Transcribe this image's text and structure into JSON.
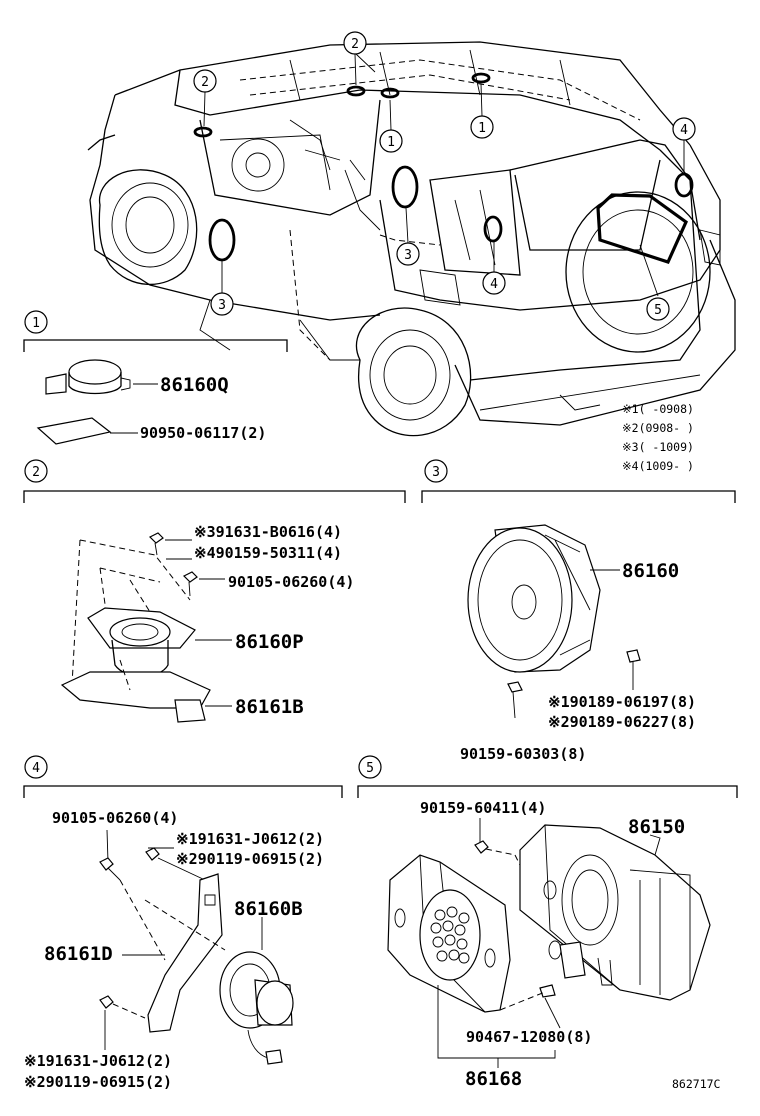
{
  "callouts": [
    "1",
    "2",
    "3",
    "4",
    "5"
  ],
  "vehicle_labels": [
    {
      "id": "2a",
      "text": "2"
    },
    {
      "id": "2b",
      "text": "2"
    },
    {
      "id": "1a",
      "text": "1"
    },
    {
      "id": "1b",
      "text": "1"
    },
    {
      "id": "4a",
      "text": "4"
    },
    {
      "id": "4b",
      "text": "4"
    },
    {
      "id": "3a",
      "text": "3"
    },
    {
      "id": "3b",
      "text": "3"
    },
    {
      "id": "5a",
      "text": "5"
    }
  ],
  "section1": {
    "id": "1",
    "parts": [
      {
        "text": "86160Q"
      },
      {
        "text": "90950-06117(2)"
      }
    ]
  },
  "notes": [
    {
      "mark": "※1",
      "range": "(      -0908)"
    },
    {
      "mark": "※2",
      "range": "(0908-      )"
    },
    {
      "mark": "※3",
      "range": "(      -1009)"
    },
    {
      "mark": "※4",
      "range": "(1009-      )"
    }
  ],
  "section2": {
    "id": "2",
    "parts": [
      {
        "mark": "※3",
        "text": "91631-B0616(4)"
      },
      {
        "mark": "※4",
        "text": "90159-50311(4)"
      },
      {
        "mark": "",
        "text": "90105-06260(4)"
      },
      {
        "mark": "",
        "text": "86160P"
      },
      {
        "mark": "",
        "text": "86161B"
      }
    ]
  },
  "section3": {
    "id": "3",
    "parts": [
      {
        "mark": "",
        "text": "86160"
      },
      {
        "mark": "※1",
        "text": "90189-06197(8)"
      },
      {
        "mark": "※2",
        "text": "90189-06227(8)"
      },
      {
        "mark": "",
        "text": "90159-60303(8)"
      }
    ]
  },
  "section4": {
    "id": "4",
    "parts": [
      {
        "mark": "",
        "text": "90105-06260(4)"
      },
      {
        "mark": "※1",
        "text": "91631-J0612(2)"
      },
      {
        "mark": "※2",
        "text": "90119-06915(2)"
      },
      {
        "mark": "",
        "text": "86160B"
      },
      {
        "mark": "",
        "text": "86161D"
      },
      {
        "mark": "※1",
        "text": "91631-J0612(2)"
      },
      {
        "mark": "※2",
        "text": "90119-06915(2)"
      }
    ]
  },
  "section5": {
    "id": "5",
    "parts": [
      {
        "mark": "",
        "text": "90159-60411(4)"
      },
      {
        "mark": "",
        "text": "86150"
      },
      {
        "mark": "",
        "text": "90467-12080(8)"
      },
      {
        "mark": "",
        "text": "86168"
      }
    ]
  },
  "figure_code": "862717C"
}
